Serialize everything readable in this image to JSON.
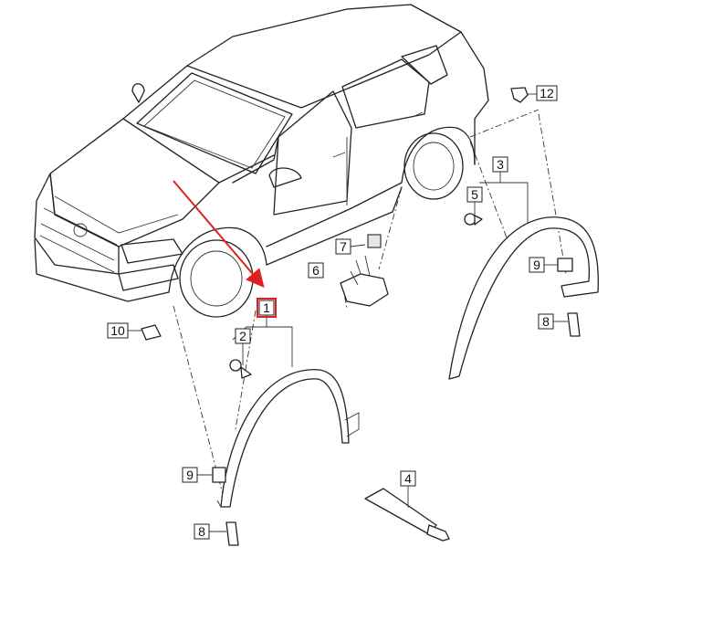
{
  "diagram": {
    "highlight_color": "#e02020",
    "callouts": [
      {
        "id": "c1",
        "label": "1",
        "highlighted": true
      },
      {
        "id": "c2",
        "label": "2"
      },
      {
        "id": "c3",
        "label": "3"
      },
      {
        "id": "c4",
        "label": "4"
      },
      {
        "id": "c5",
        "label": "5"
      },
      {
        "id": "c6",
        "label": "6"
      },
      {
        "id": "c7",
        "label": "7"
      },
      {
        "id": "c8a",
        "label": "8"
      },
      {
        "id": "c8b",
        "label": "8"
      },
      {
        "id": "c9a",
        "label": "9"
      },
      {
        "id": "c9b",
        "label": "9"
      },
      {
        "id": "c10",
        "label": "10"
      },
      {
        "id": "c12",
        "label": "12"
      }
    ]
  }
}
